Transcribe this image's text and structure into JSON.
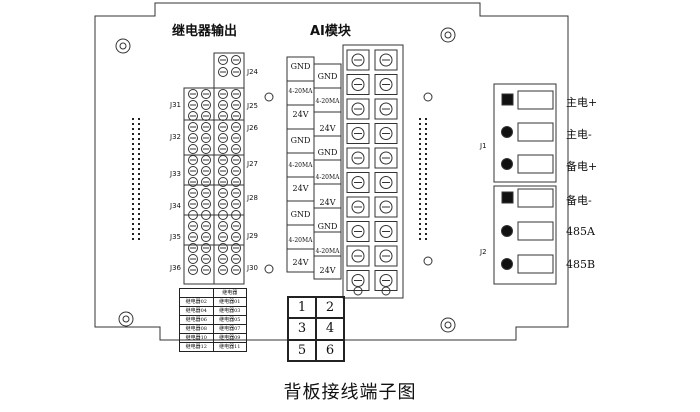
{
  "caption": "背板接线端子图",
  "relay_output_label": "继电器输出",
  "ai_module_label": "AI模块",
  "left_connectors": [
    "J31",
    "J32",
    "J33",
    "J34",
    "J35",
    "J36"
  ],
  "mid_connectors": [
    "J24",
    "J25",
    "J26",
    "J27",
    "J28",
    "J29",
    "J30"
  ],
  "right_connectors": [
    "J1",
    "J2"
  ],
  "ai_left_col": [
    "GND",
    "4-20MA",
    "24V",
    "GND",
    "4-20MA",
    "24V",
    "GND",
    "4-20MA",
    "24V"
  ],
  "ai_right_col": [
    "GND",
    "4-20MA",
    "24V",
    "GND",
    "4-20MA",
    "24V",
    "GND",
    "4-20MA",
    "24V"
  ],
  "power_labels": [
    "主电+",
    "主电-",
    "备电+",
    "备电-",
    "485A",
    "485B"
  ],
  "relay_legend": [
    [
      "",
      "继电器"
    ],
    [
      "继电器02",
      "继电器01"
    ],
    [
      "继电器04",
      "继电器03"
    ],
    [
      "继电器06",
      "继电器05"
    ],
    [
      "继电器08",
      "继电器07"
    ],
    [
      "继电器10",
      "继电器09"
    ],
    [
      "继电器12",
      "继电器11"
    ]
  ],
  "dip_numbers": [
    "1",
    "2",
    "3",
    "4",
    "5",
    "6"
  ]
}
